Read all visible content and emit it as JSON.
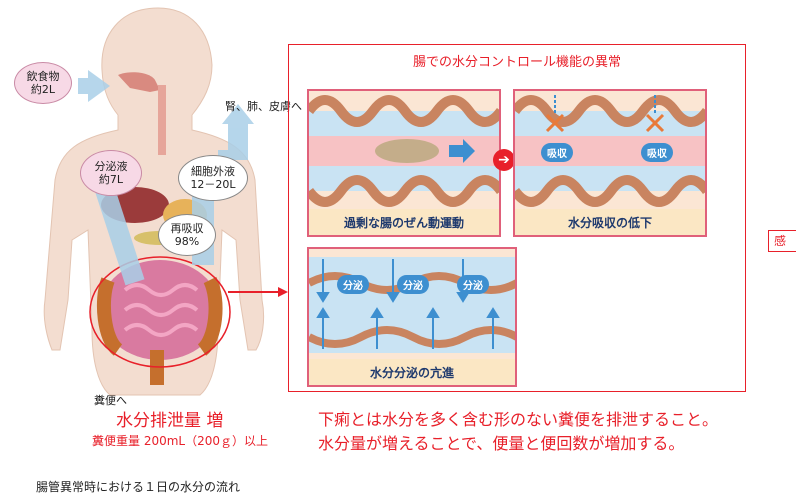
{
  "body_labels": {
    "intake": "飲食物\n約2L",
    "excretion_other": "腎、肺、皮膚へ",
    "secretion": "分泌液\n約7L",
    "extracellular": "細胞外液\n12－20L",
    "reabsorption": "再吸収\n98%",
    "feces_to": "糞便へ"
  },
  "output": {
    "headline": "水分排泄量 増",
    "detail": "糞便重量 200mL（200ｇ）以上"
  },
  "caption": "腸管異常時における１日の水分の流れ",
  "inset": {
    "title": "腸での水分コントロール機能の異常",
    "panels": [
      {
        "label": "過剰な腸のぜん動運動"
      },
      {
        "label": "水分吸収の低下",
        "badges": [
          "吸収",
          "吸収"
        ]
      },
      {
        "label": "水分分泌の亢進",
        "badges": [
          "分泌",
          "分泌",
          "分泌"
        ]
      }
    ]
  },
  "description": {
    "line1": "下痢とは水分を多く含む形のない糞便を排泄すること。",
    "line2": "水分量が増えることで、便量と便回数が増加する。"
  },
  "side_tab": "感",
  "colors": {
    "red": "#e8202a",
    "arrow_blue": "#a9cfe8",
    "panel_border": "#e0607a"
  }
}
